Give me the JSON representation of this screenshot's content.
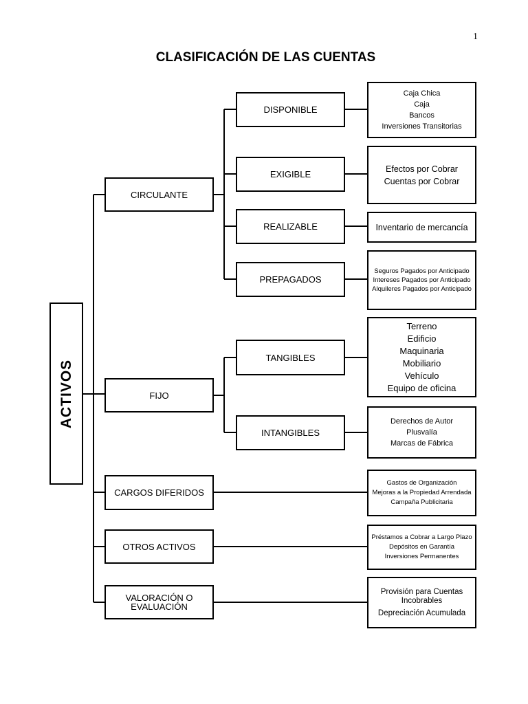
{
  "page_number": "1",
  "title": "CLASIFICACIÓN DE LAS CUENTAS",
  "root": {
    "label": "ACTIVOS"
  },
  "groups": [
    {
      "label": "CIRCULANTE"
    },
    {
      "label": "FIJO"
    },
    {
      "label": "CARGOS DIFERIDOS"
    },
    {
      "label": "OTROS ACTIVOS"
    },
    {
      "label": "VALORACIÓN O EVALUACIÓN"
    }
  ],
  "subgroups": [
    {
      "label": "DISPONIBLE"
    },
    {
      "label": "EXIGIBLE"
    },
    {
      "label": "REALIZABLE"
    },
    {
      "label": "PREPAGADOS"
    },
    {
      "label": "TANGIBLES"
    },
    {
      "label": "INTANGIBLES"
    }
  ],
  "details": {
    "disponible": [
      "Caja Chica",
      "Caja",
      "Bancos",
      "Inversiones Transitorias"
    ],
    "exigible": [
      "Efectos por Cobrar",
      "Cuentas por Cobrar"
    ],
    "realizable": [
      "Inventario de mercancía"
    ],
    "prepagados": [
      "Seguros Pagados por Anticipado",
      "Intereses Pagados por Anticipado",
      "Alquileres Pagados por Anticipado"
    ],
    "tangibles": [
      "Terreno",
      "Edificio",
      "Maquinaria",
      "Mobiliario",
      "Vehículo",
      "Equipo de oficina"
    ],
    "intangibles": [
      "Derechos de Autor",
      "Plusvalía",
      "Marcas de Fábrica"
    ],
    "cargos_diferidos": [
      "Gastos de Organización",
      "Mejoras a la Propiedad Arrendada",
      "Campaña Publicitaria"
    ],
    "otros_activos": [
      "Préstamos a Cobrar a Largo Plazo",
      "Depósitos en Garantía",
      "Inversiones Permanentes"
    ],
    "valoracion": [
      "Provisión para Cuentas Incobrables",
      "Depreciación Acumulada"
    ]
  }
}
